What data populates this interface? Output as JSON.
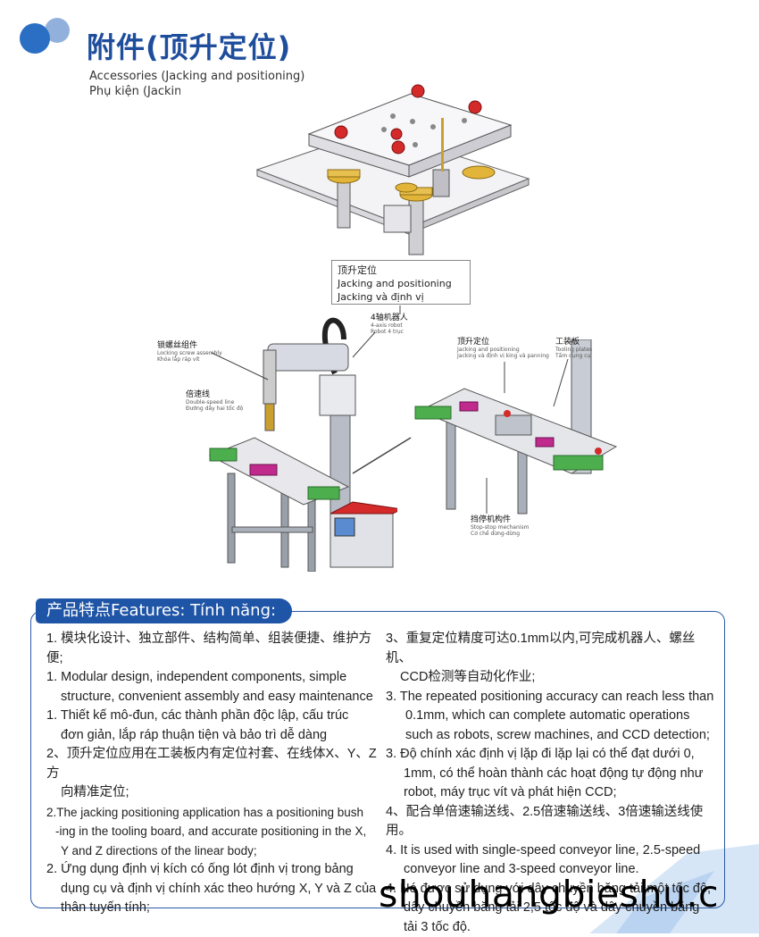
{
  "header": {
    "title": "附件(顶升定位)",
    "subtitle_en": "Accessories (Jacking and positioning)",
    "subtitle_vi": "Phụ kiện (Jacking"
  },
  "jacking_box": {
    "zh": "顶升定位",
    "en": "Jacking and positioning",
    "vi": "Jacking và định vị"
  },
  "callouts": {
    "robot": {
      "zh": "4轴机器人",
      "en": "4-axis robot",
      "vi": "Robot 4 trục"
    },
    "screw": {
      "zh": "锁螺丝组件",
      "en": "Locking screw assembly",
      "vi": "Khóa lắp ráp vít"
    },
    "speed": {
      "zh": "倍速线",
      "en": "Double-speed line",
      "vi": "Đường dây hai tốc độ"
    },
    "jack2": {
      "zh": "顶升定位",
      "en": "Jacking and positioning",
      "vi": "Jacking và định vị king và panning"
    },
    "plate": {
      "zh": "工装板",
      "en": "Tooling plates",
      "vi": "Tấm dụng cụ"
    },
    "stop": {
      "zh": "挡停机构件",
      "en": "Stop-stop mechanism",
      "vi": "Cơ chế dừng-dừng"
    }
  },
  "features": {
    "heading": "产品特点Features:  Tính năng:",
    "left": [
      "1. 模块化设计、独立部件、结构简单、组装便捷、维护方便;",
      "1. Modular design, independent components, simple",
      "structure, convenient assembly and easy maintenance",
      "1. Thiết kế mô-đun, các thành phần độc lập, cấu trúc",
      "đơn giản, lắp ráp thuận tiện và bảo trì dễ dàng",
      "2、顶升定位应用在工装板内有定位衬套、在线体X、Y、Z方",
      "向精准定位;",
      "2.The jacking positioning application has a positioning bush",
      "-ing in the tooling board, and accurate positioning in the X,",
      "Y and Z directions of the linear body;",
      "2. Ứng dụng định vị kích có ống lót định vị trong bảng",
      "dụng cụ và định vị chính xác theo hướng X, Y và Z của",
      "thân tuyến tính;"
    ],
    "right": [
      "3、重复定位精度可达0.1mm以内,可完成机器人、螺丝机、",
      "CCD检测等自动化作业;",
      "3.  The repeated positioning accuracy can reach less than",
      "0.1mm, which can complete automatic operations",
      "such as robots, screw machines, and CCD detection;",
      "3.  Độ chính xác định vị lặp đi lặp lại có thể đạt dưới 0,",
      "1mm, có thể hoàn thành các hoạt động tự động như",
      "robot, máy trục vít và phát hiện CCD;",
      "4、配合单倍速输送线、2.5倍速输送线、3倍速输送线使用。",
      "4. It is used with single-speed conveyor line, 2.5-speed",
      "conveyor line and 3-speed conveyor line.",
      "4. Nó được sử dụng với dây chuyền băng tải một tốc độ,",
      "dây chuyền băng tải 2,5 tốc độ và dây chuyền băng",
      "tải 3 tốc độ."
    ]
  },
  "watermark": "shouhangbieshu.c",
  "colors": {
    "brand": "#1f55a6",
    "accent_red": "#d42a2a",
    "brass": "#e2b53a",
    "conveyor_green": "#4cae4c",
    "magenta": "#c02a8c"
  }
}
